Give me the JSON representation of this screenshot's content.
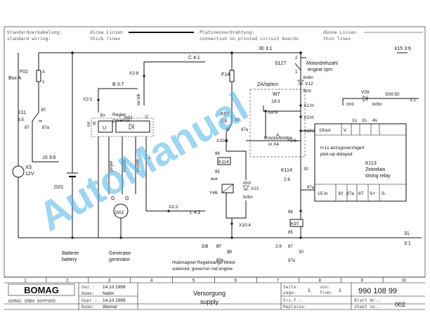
{
  "header": {
    "left_1": "Standardverkabelung:",
    "left_2": "standard wiring:",
    "mid_1": "dicke Linien",
    "mid_2": "thick lines",
    "right_1": "Platinenverdrahtung:",
    "right_2": "connection on printed circuit boards",
    "far_1": "dünne Linien",
    "far_2": "thin lines"
  },
  "labels": {
    "c41": "C 4:1",
    "w30_31": "30  3:1",
    "k15": "k15  3:6",
    "b37": "B  3:7",
    "f01": "F01",
    "boxa": "Box A",
    "a": "A",
    "one": "1",
    "x2_8": "X2:8",
    "x2_1": "X2:1",
    "x2_2": "X2:2",
    "l41": "L  4:1",
    "k11": "K11",
    "k11_35": "3:5",
    "n30a": "30",
    "n87": "87",
    "n87a": "87a",
    "l15": "15  3:6",
    "xs": "XS",
    "v12v": "12V",
    "g01": "G01",
    "regler": "Regler",
    "governor": "governor",
    "rd": "rd",
    "rotb": "rot",
    "bplus": "B+",
    "n01": "N01",
    "c": "C",
    "swblk": "sw blk",
    "u": "U",
    "gelyel": "ge/yel",
    "wswht": "ws/wht",
    "wswht2": "ws/wht",
    "g1": "G",
    "g2": "G",
    "l": "L",
    "g02": "G02",
    "batt_de": "Batterie",
    "batt_en": "battery",
    "gen_de": "Generator",
    "gen_en": "generator",
    "sol_de": "Hubmagnet Regelstange Motor",
    "sol_en": "solenoid, governor rod engine",
    "f14": "F14",
    "k97": "K97",
    "k97_28": "2:8",
    "k97_87": "87",
    "k97_87a": "87a",
    "k97_30": "30",
    "x10_1": "X10:1",
    "k114": "K114",
    "n86": "86",
    "n85": "85",
    "aux": "aux",
    "y46": "Y46",
    "v21": "V21",
    "rtrd": "rt/rd",
    "brbn": "br/bn",
    "x10_4": "X10:4",
    "zaopt": "ZA/option",
    "w7": "W7",
    "w7_183": "18:3",
    "x4h": "X4:H",
    "x1h": "X1:H",
    "x3h": "X3:H",
    "x10_2": "X10:2",
    "bruecke": "Brücke/bridge",
    "inx4": "in X4",
    "a36": "A",
    "a36b": "3:6",
    "s127": "S127",
    "s127_2": "2",
    "s127_1": "1",
    "mdz_de": "Motordrehzahl",
    "mdz_en": "engine rpm",
    "brbn2": "br/bn",
    "v12": "V12",
    "rtrd2": "rt/rd",
    "rtrd3": "rt/rd",
    "brbn3": "br/bn",
    "v09": "V09",
    "s00": "S00:50",
    "s00r": "3:1",
    "n15out": "15out",
    "vv": "V",
    "t1s": "1s",
    "t2s": "2s",
    "t4s": "4s",
    "t_de": "t=1s anzugsverzögert",
    "t_en": "pick-up delayed",
    "k113": "K113",
    "k113_de": "Zeitrelais",
    "k113_en": "timing relay",
    "in15": "15 in",
    "r30": "30",
    "r87a": "87a",
    "r87": "87",
    "sp": "S+",
    "sm": "S-",
    "k114b": "K114",
    "k114b_26": "2:6",
    "k114b_30": "30",
    "k114b_87a": "87a",
    "n86b": "86",
    "k97b": "K97",
    "n85b": "85",
    "n31": "31",
    "n31r": "3:1",
    "ref28": "2:8",
    "ref28_87": "87",
    "ref28_30": "30",
    "ref28_87a": "87a",
    "ref26": "2:6",
    "ref26_87": "87",
    "ref26_30": "30",
    "ref26_87a": "87a"
  },
  "grid_numbers": [
    "1",
    "2",
    "3",
    "4",
    "5",
    "6",
    "7",
    "8",
    "9",
    "10"
  ],
  "title_block": {
    "logo": "BOMAG",
    "company": "BOMAG GMBH BOPPARD",
    "gez_lbl": "Gez.:",
    "gez_date": "14.10.1999",
    "name1_lbl": "Name:",
    "name1": "Nallin",
    "gepr_lbl": "Gepr.:",
    "gepr_date": "14.10.1999",
    "name2_lbl": "Name:",
    "name2": "Werner",
    "title_de": "Versorgung",
    "title_en": "supply",
    "seite_lbl": "Seite:",
    "page_lbl": "page:",
    "page_num": "1",
    "von_lbl": "von:",
    "from_lbl": "from:",
    "from_num": "1",
    "doc_no": "990 108 99",
    "ers_lbl": "Ers.f.:",
    "repl_lbl": "Replaces:",
    "blatt_lbl": "Blatt Nr.:",
    "sheet_lbl": "sheet no.:",
    "sheet_no": "002"
  },
  "watermark": "AutoManual"
}
